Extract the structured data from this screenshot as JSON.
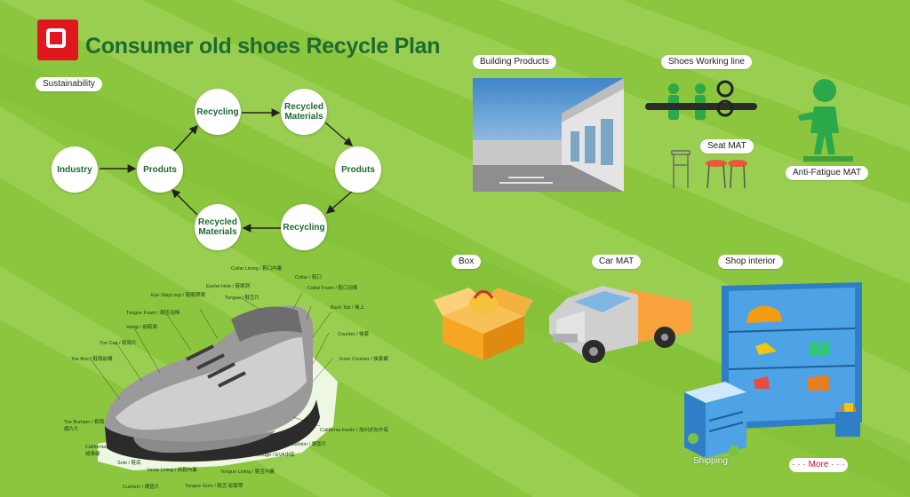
{
  "header": {
    "title": "Consumer old shoes Recycle Plan"
  },
  "sustainability": {
    "label": "Sustainability",
    "nodes": {
      "industry": "Industry",
      "produts_left": "Produts",
      "recycling_top": "Recycling",
      "recycled_materials_top": "Recycled Materials",
      "produts_right": "Produts",
      "recycling_bottom": "Recycling",
      "recycled_materials_bottom": "Recycled Materials"
    }
  },
  "shoe_parts": {
    "collar_lining": "Collar Lining / 鞋口內裏",
    "collar": "Collar / 鞋口",
    "collar_foam": "Collar Foam / 鞋口泡棉",
    "eyelet_hole": "Eyelet Hole / 鞋眼洞",
    "eye_stayloop": "Eye StayLoop / 鞋眼帶環",
    "tongue": "Tongue / 鞋舌片",
    "back_tab": "Back Tab / 後上",
    "tongue_foam": "Tongue Foam / 鞋舌泡棉",
    "vamp": "Vamp / 前鞋面",
    "toe_cap": "Toe Cap / 鞋頭片",
    "counter": "Counter / 後套",
    "toe_box": "Toe Box / 鞋頭前襯",
    "inner_counter": "Inner Counter / 後套襯",
    "toe_bumper": "Toe Bumper / 鞋頭護片片",
    "california_insole": "California Insole / 加州式包中底",
    "cushion_right": "Cushion / 護墊片",
    "california_stitch": "California Stitch / 加州式縫車線",
    "wedge": "Wedge / EVA中底",
    "sole": "Sole / 鞋底",
    "vamp_lining": "Vamp Lining / 前鞋內裏",
    "tongue_lining": "Tongue Lining / 鞋舌內裏",
    "cushion_left": "Cushion / 護墊片",
    "tongue_gore": "Tongue Gore / 鞋舌 鬆緊帶"
  },
  "applications": {
    "building_products": "Building Products",
    "shoes_working_line": "Shoes Working line",
    "seat_mat": "Seat MAT",
    "anti_fatigue_mat": "Anti-Fatigue MAT",
    "box": "Box",
    "car_mat": "Car MAT",
    "shop_interior": "Shop interior",
    "shipping": "Shipping"
  },
  "more_button": "· · · More · · ·",
  "colors": {
    "background": "#8cc63f",
    "title_green": "#1e6b30",
    "logo_red": "#e0171f",
    "shop_blue": "#2f7fc8"
  }
}
